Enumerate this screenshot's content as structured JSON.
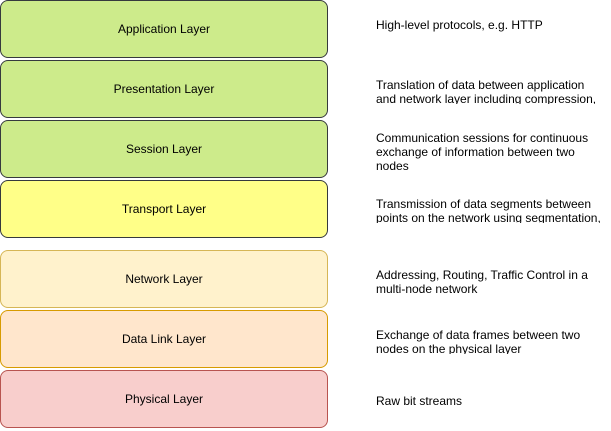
{
  "layers": [
    {
      "name": "Application Layer",
      "description": "High-level protocols, e.g. HTTP",
      "fill": "#cdeb8b",
      "stroke": "#36393d"
    },
    {
      "name": "Presentation Layer",
      "description": "Translation of data between application and network layer including compression,",
      "fill": "#cdeb8b",
      "stroke": "#36393d"
    },
    {
      "name": "Session Layer",
      "description": "Communication sessions for continuous exchange of information between two nodes",
      "fill": "#cdeb8b",
      "stroke": "#36393d"
    },
    {
      "name": "Transport Layer",
      "description": "Transmission of data segments between points on the network using segmentation,",
      "fill": "#ffff88",
      "stroke": "#36393d"
    },
    {
      "name": "Network Layer",
      "description": "Addressing, Routing, Traffic Control in a multi-node network",
      "fill": "#fff2cc",
      "stroke": "#d6b656"
    },
    {
      "name": "Data Link Layer",
      "description": "Exchange of data frames between two nodes on the physical layer",
      "fill": "#ffe6cc",
      "stroke": "#d79b00"
    },
    {
      "name": "Physical Layer",
      "description": "Raw bit streams",
      "fill": "#f8cecc",
      "stroke": "#b85450"
    }
  ]
}
